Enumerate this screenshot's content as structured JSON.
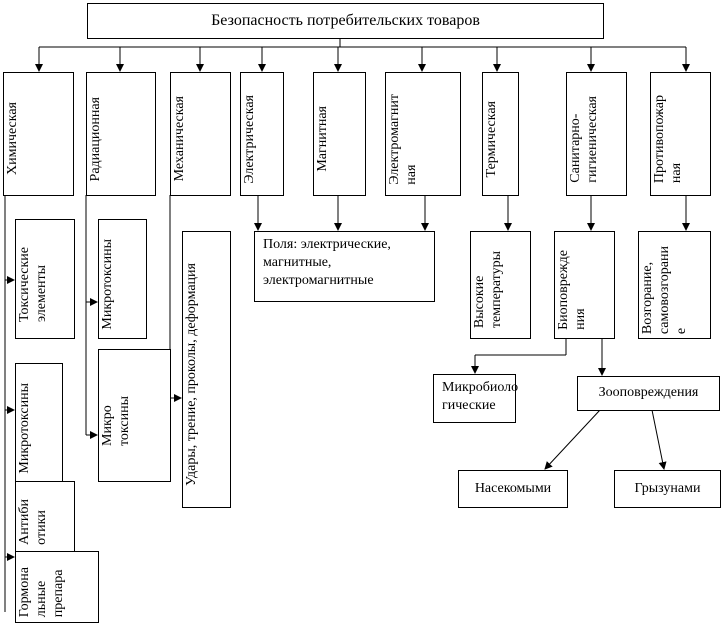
{
  "title": "Безопасность потребительских товаров",
  "categories": [
    "Химическая",
    "Радиационная",
    "Механическая",
    "Электрическая",
    "Магнитная",
    "Электромагнит\nная",
    "Термическая",
    "Санитарно-\nгигиеническая",
    "Противопожар\nная"
  ],
  "sub": {
    "toxic": "Токсические\nэлементы",
    "micro_rad": "Микротоксины",
    "micro_chem": "Микротоксины",
    "micro_rad2": "Микро\nтоксины",
    "antibiotics": "Антиби\nотики",
    "hormones": "Гормона\nльные\nпрепара",
    "mech": "Удары, трение, проколы, деформация",
    "fields": "Поля: электрические,\nмагнитные,\nэлектромагнитные",
    "hightemp": "Высокие\nтемпературы",
    "bio": "Биоповрежде\nния",
    "fire": "Возгорание,\nсамовозгорани\nе",
    "microbio": "Микробиоло\nгические",
    "zoo": "Зооповреждения",
    "insects": "Насекомыми",
    "rodents": "Грызунами"
  }
}
